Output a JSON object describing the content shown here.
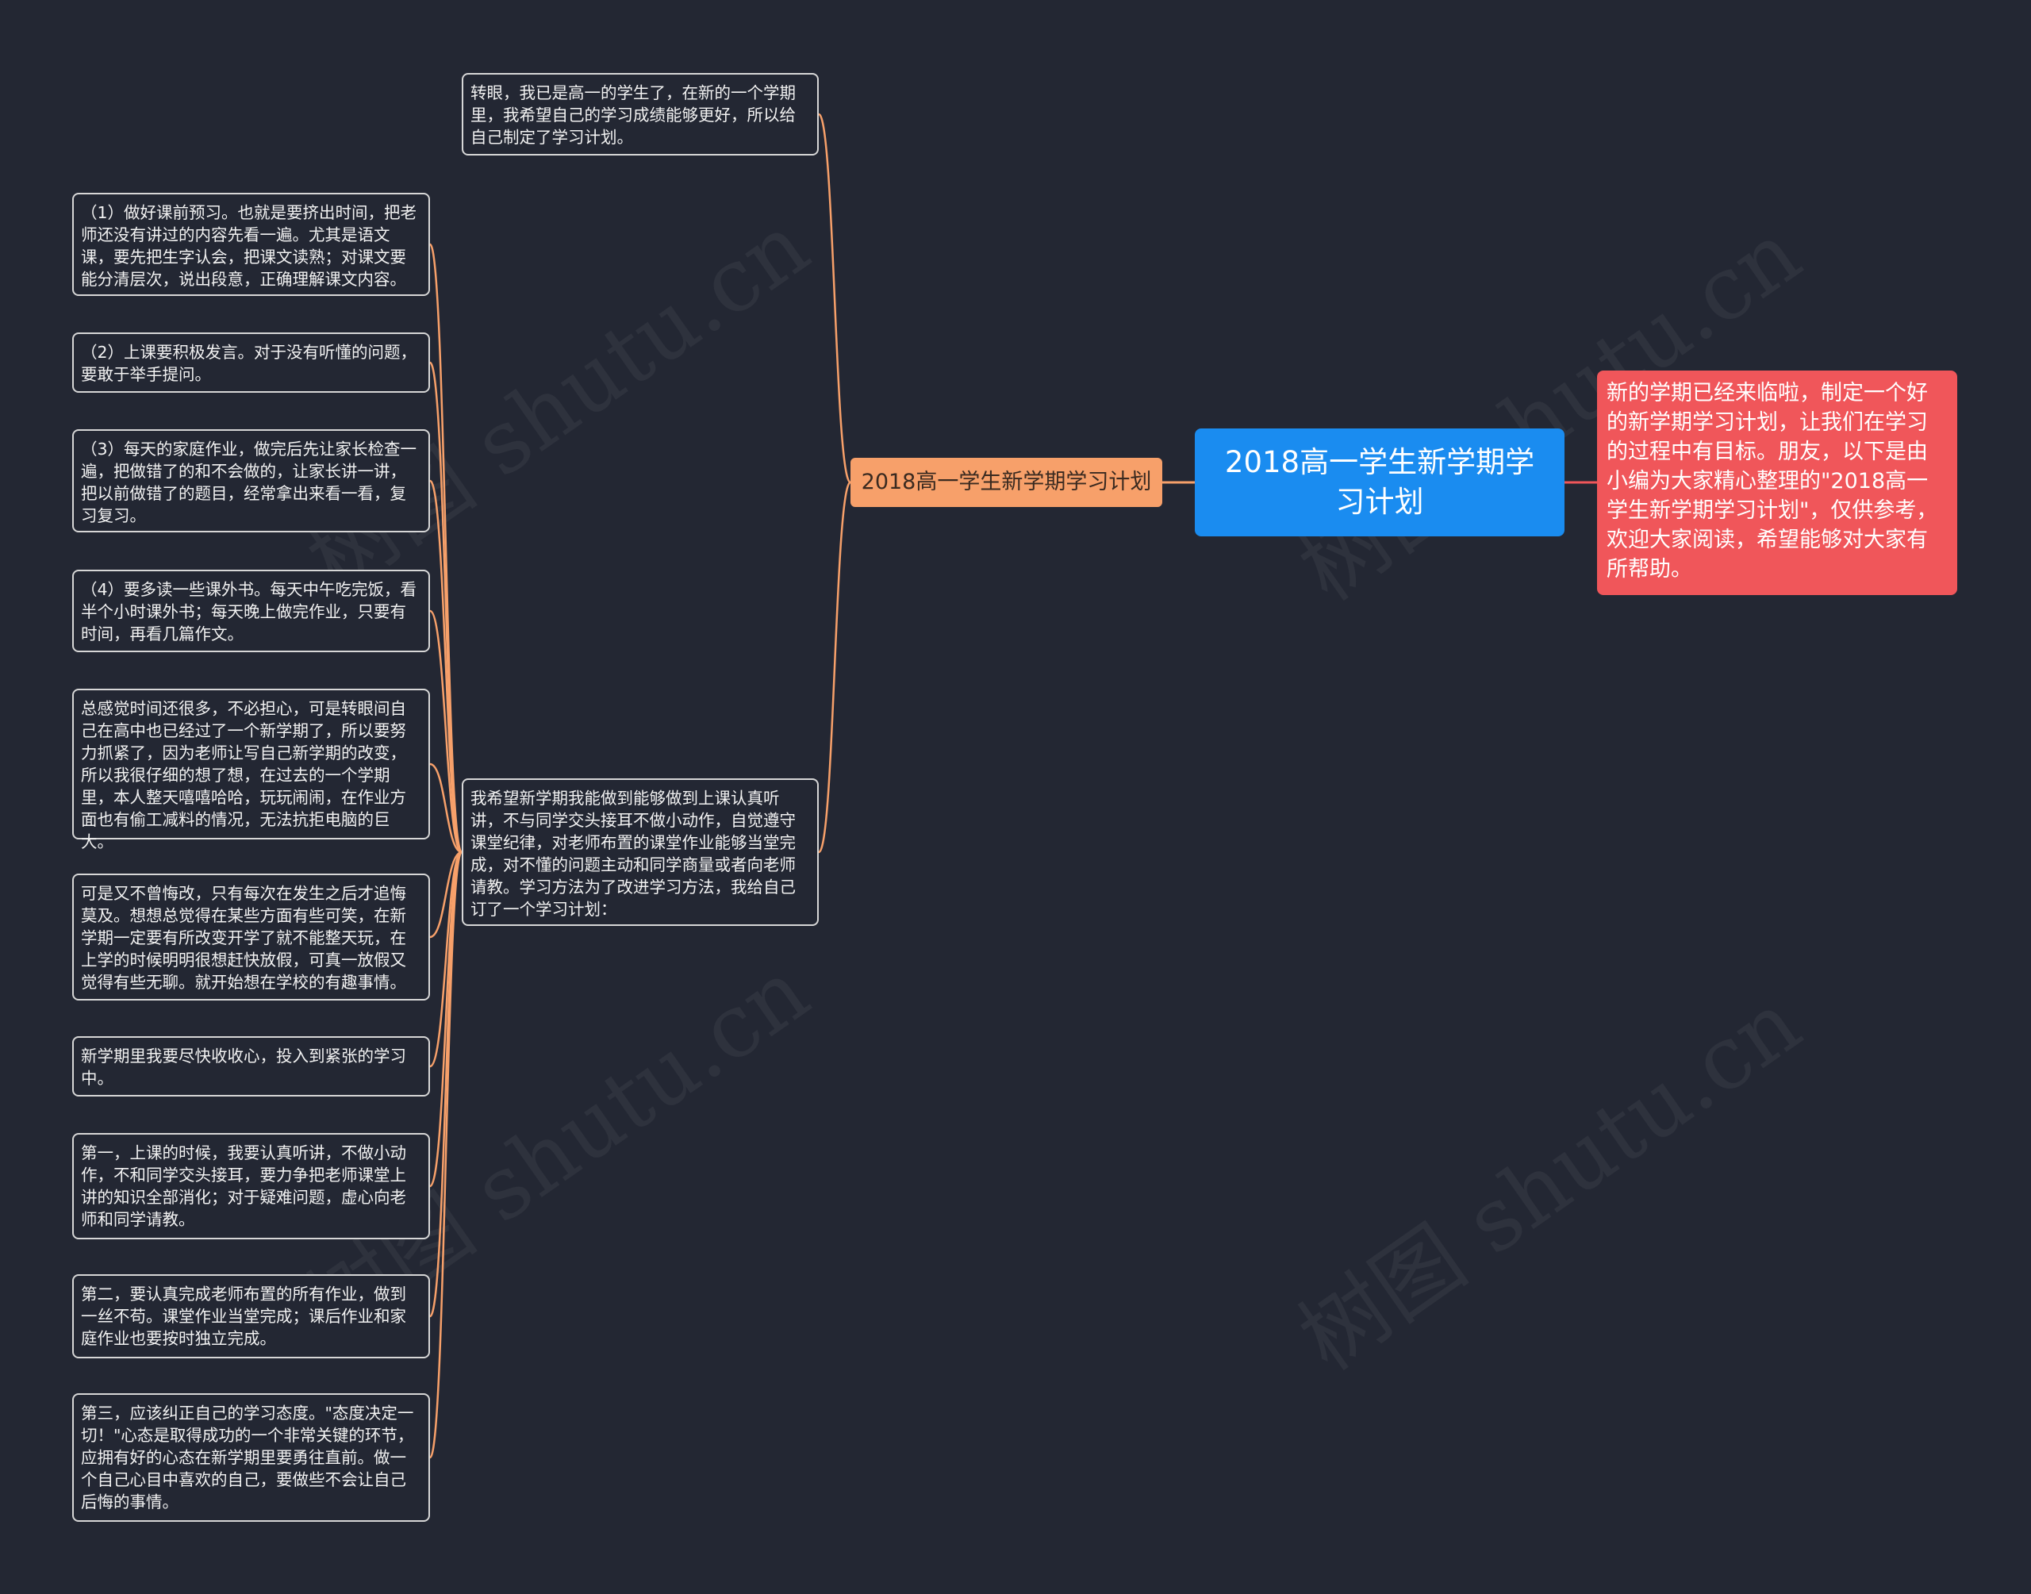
{
  "watermark": "树图 shutu.cn",
  "root": {
    "label": "2018高一学生新学期学习计划"
  },
  "summary": {
    "text": "新的学期已经来临啦，制定一个好的新学期学习计划，让我们在学习的过程中有目标。朋友，以下是由小编为大家精心整理的\"2018高一学生新学期学习计划\"，仅供参考，欢迎大家阅读，希望能够对大家有所帮助。"
  },
  "branch": {
    "label": "2018高一学生新学期学习计划"
  },
  "mid_nodes": [
    {
      "text": "转眼，我已是高一的学生了，在新的一个学期里，我希望自己的学习成绩能够更好，所以给自己制定了学习计划。"
    },
    {
      "text": "我希望新学期我能做到能够做到上课认真听讲，不与同学交头接耳不做小动作，自觉遵守课堂纪律，对老师布置的课堂作业能够当堂完成，对不懂的问题主动和同学商量或者向老师请教。学习方法为了改进学习方法，我给自己订了一个学习计划："
    }
  ],
  "leaf_nodes": [
    {
      "text": "（1）做好课前预习。也就是要挤出时间，把老师还没有讲过的内容先看一遍。尤其是语文课，要先把生字认会，把课文读熟；对课文要能分清层次，说出段意，正确理解课文内容。"
    },
    {
      "text": "（2）上课要积极发言。对于没有听懂的问题，要敢于举手提问。"
    },
    {
      "text": "（3）每天的家庭作业，做完后先让家长检查一遍，把做错了的和不会做的，让家长讲一讲，把以前做错了的题目，经常拿出来看一看，复习复习。"
    },
    {
      "text": "（4）要多读一些课外书。每天中午吃完饭，看半个小时课外书；每天晚上做完作业，只要有时间，再看几篇作文。"
    },
    {
      "text": "总感觉时间还很多，不必担心，可是转眼间自己在高中也已经过了一个新学期了，所以要努力抓紧了，因为老师让写自己新学期的改变，所以我很仔细的想了想，在过去的一个学期里，本人整天嘻嘻哈哈，玩玩闹闹，在作业方面也有偷工减料的情况，无法抗拒电脑的巨大。"
    },
    {
      "text": "可是又不曾悔改，只有每次在发生之后才追悔莫及。想想总觉得在某些方面有些可笑，在新学期一定要有所改变开学了就不能整天玩，在上学的时候明明很想赶快放假，可真一放假又觉得有些无聊。就开始想在学校的有趣事情。"
    },
    {
      "text": "新学期里我要尽快收收心，投入到紧张的学习中。"
    },
    {
      "text": "第一，上课的时候，我要认真听讲，不做小动作，不和同学交头接耳，要力争把老师课堂上讲的知识全部消化；对于疑难问题，虚心向老师和同学请教。"
    },
    {
      "text": "第二，要认真完成老师布置的所有作业，做到一丝不苟。课堂作业当堂完成；课后作业和家庭作业也要按时独立完成。"
    },
    {
      "text": "第三，应该纠正自己的学习态度。\"态度决定一切！\"心态是取得成功的一个非常关键的环节，应拥有好的心态在新学期里要勇往直前。做一个自己心目中喜欢的自己，要做些不会让自己后悔的事情。"
    }
  ],
  "colors": {
    "background": "#232733",
    "root": "#1a8cf0",
    "branch": "#f7a06a",
    "summary": "#f0565a",
    "link_orange": "#f7a06a",
    "link_red": "#f0565a",
    "node_border": "#d7d7d7"
  }
}
